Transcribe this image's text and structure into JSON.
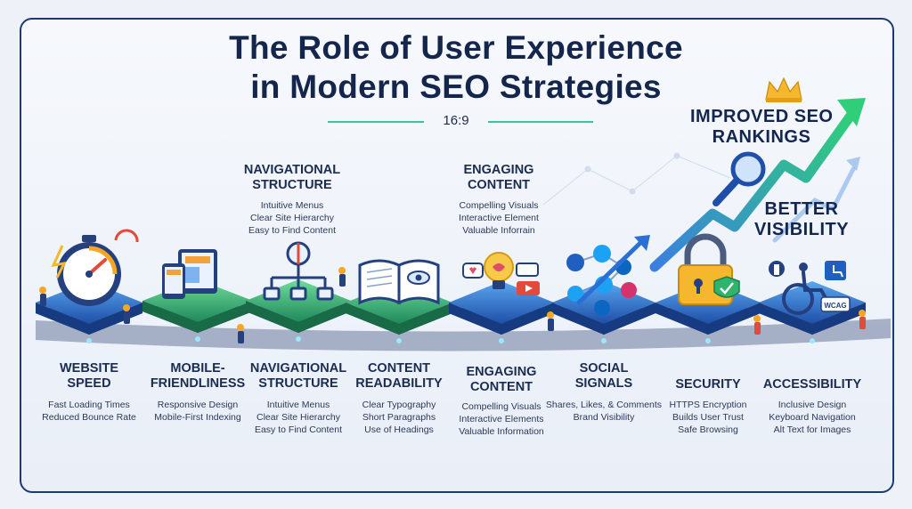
{
  "title": {
    "line1": "The Role of User Experience",
    "line2": "in Modern SEO Strategies"
  },
  "ratio": "16:9",
  "top_labels": {
    "navigational": {
      "title": [
        "NAVIGATIONAL",
        "STRUCTURE"
      ],
      "items": [
        "Intuitive Menus",
        "Clear Site Hierarchy",
        "Easy to Find Content"
      ]
    },
    "engaging": {
      "title": [
        "ENGAGING",
        "CONTENT"
      ],
      "items": [
        "Compelling Visuals",
        "Interactive Element",
        "Valuable Inforrain"
      ]
    }
  },
  "callouts": {
    "seo": [
      "IMPROVED SEO",
      "RANKINGS"
    ],
    "visibility": [
      "BETTER",
      "VISIBILITY"
    ]
  },
  "stages": [
    {
      "title": [
        "WEBSITE",
        "SPEED"
      ],
      "items": [
        "Fast Loading Times",
        "Reduced Bounce Rate"
      ]
    },
    {
      "title": [
        "MOBILE-",
        "FRIENDLINESS"
      ],
      "items": [
        "Responsive Design",
        "Mobile-First Indexing"
      ]
    },
    {
      "title": [
        "NAVIGATIONAL",
        "STRUCTURE"
      ],
      "items": [
        "Intuitive Menus",
        "Clear Site Hierarchy",
        "Easy to Find Content"
      ]
    },
    {
      "title": [
        "CONTENT",
        "READABILITY"
      ],
      "items": [
        "Clear Typography",
        "Short Paragraphs",
        "Use of Headings"
      ]
    },
    {
      "title": [
        "ENGAGING",
        "CONTENT"
      ],
      "items": [
        "Compelling Visuals",
        "Interactive Elements",
        "Valuable Information"
      ]
    },
    {
      "title": [
        "SOCIAL",
        "SIGNALS"
      ],
      "items": [
        "Shares, Likes, & Comments",
        "Brand Visibility"
      ]
    },
    {
      "title": [
        "SECURITY"
      ],
      "items": [
        "HTTPS Encryption",
        "Builds User Trust",
        "Safe Browsing"
      ]
    },
    {
      "title": [
        "ACCESSIBILITY"
      ],
      "items": [
        "Inclusive Design",
        "Keyboard Navigation",
        "Alt Text for Images"
      ]
    }
  ],
  "icons": {
    "speed": "stopwatch-icon",
    "mobile": "devices-icon",
    "navigation": "sitemap-icon",
    "readability": "book-icon",
    "engaging": "lightbulb-icon",
    "social": "social-network-icon",
    "security": "padlock-icon",
    "accessibility": "wheelchair-icon",
    "rank": "crown-icon",
    "search": "magnifier-icon",
    "wcag": "WCAG"
  },
  "colors": {
    "title": "#14264b",
    "accent_green": "#3cc3a1",
    "platform_blue": "#2f6fd6",
    "platform_green": "#35b879",
    "arrow_green": "#34c27a"
  }
}
